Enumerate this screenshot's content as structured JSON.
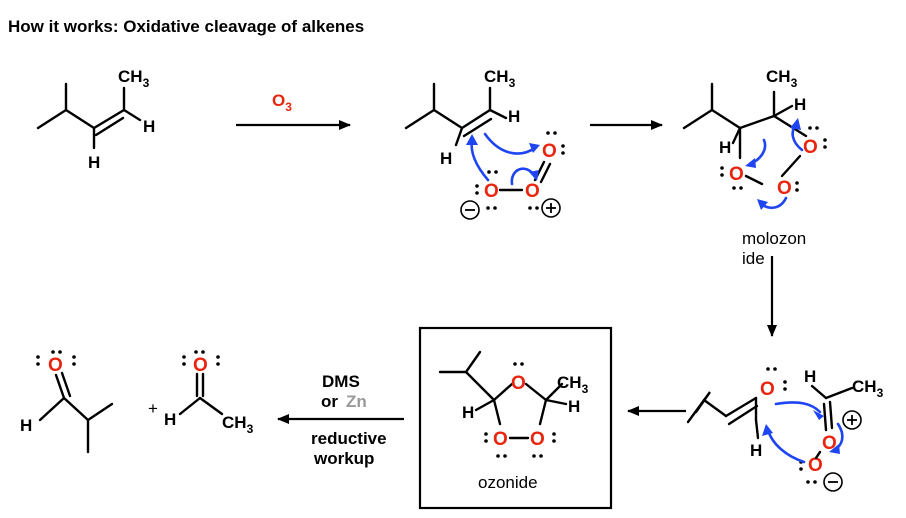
{
  "title": "How it works: Oxidative cleavage of alkenes",
  "atoms": {
    "ch3": "CH",
    "ch3_sub": "3",
    "h": "H",
    "o": "O"
  },
  "charges": {
    "minus": "−",
    "plus": "+"
  },
  "reagents": {
    "ozone": "O",
    "ozone_sub": "3",
    "dms": "DMS",
    "or": "or",
    "zn": "Zn",
    "reductive": "reductive",
    "workup": "workup",
    "plus_sign": "+"
  },
  "captions": {
    "molozonide_line1": "molozon",
    "molozonide_line2": "ide",
    "ozonide": "ozonide"
  },
  "colors": {
    "oxygen": "#e8250e",
    "curly_arrow": "#1f45f2",
    "zinc": "#999999",
    "bond": "#000000"
  }
}
